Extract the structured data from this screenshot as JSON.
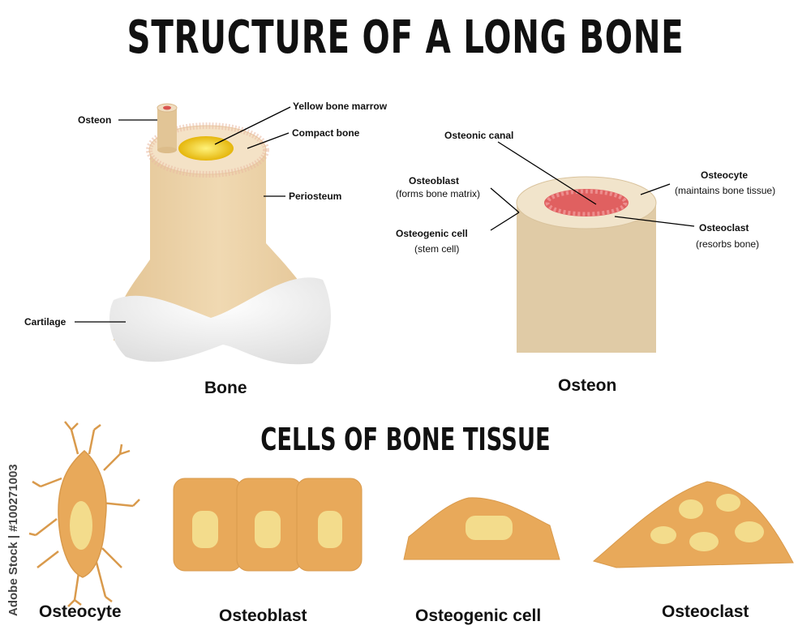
{
  "title": "STRUCTURE OF A LONG BONE",
  "bone": {
    "caption": "Bone",
    "labels": {
      "osteon": "Osteon",
      "yellow_marrow": "Yellow bone marrow",
      "compact_bone": "Compact bone",
      "periosteum": "Periosteum",
      "cartilage": "Cartilage"
    }
  },
  "osteon": {
    "caption": "Osteon",
    "labels": {
      "osteonic_canal": "Osteonic canal",
      "osteoblast": "Osteoblast",
      "osteoblast_note": "(forms bone matrix)",
      "osteogenic": "Osteogenic cell",
      "osteogenic_note": "(stem cell)",
      "osteocyte": "Osteocyte",
      "osteocyte_note": "(maintains bone tissue)",
      "osteoclast": "Osteoclast",
      "osteoclast_note": "(resorbs bone)"
    }
  },
  "cells": {
    "title": "CELLS OF BONE TISSUE",
    "captions": [
      "Osteocyte",
      "Osteoblast",
      "Osteogenic cell",
      "Osteoclast"
    ]
  },
  "credit": "Adobe Stock | #100271003",
  "colors": {
    "bone": "#e8cda3",
    "bone_dark": "#d9b98a",
    "cartilage": "#e8e8e8",
    "marrow": "#f2c91a",
    "canal": "#d9534f",
    "cell": "#e8a95a",
    "nucleus": "#f3dc8c"
  }
}
